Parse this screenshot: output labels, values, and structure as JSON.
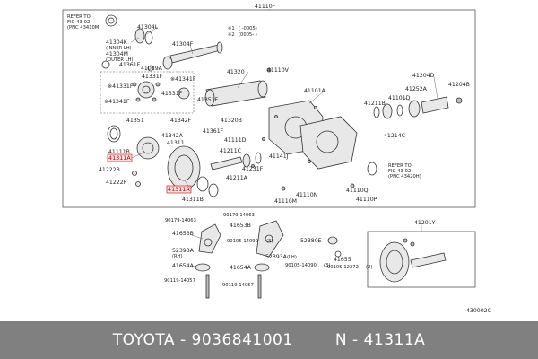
{
  "diagram": {
    "assembly_no": "41110F",
    "figure_code": "430002C",
    "refer_top": [
      "REFER TO",
      "FIG 43-02",
      "(PNC 43410M)"
    ],
    "refer_right": [
      "REFER TO",
      "FIG 43-02",
      "(PNC 43420H)"
    ],
    "notes": [
      {
        "mark": "※1",
        "text": "( -0005)"
      },
      {
        "mark": "※2",
        "text": "(0005- )"
      }
    ],
    "highlight_color": "#c40000",
    "labels": {
      "p41304L": "41304L",
      "p41304K": "41304K",
      "innerLeft": "(INNER LH)",
      "p41304M": "41304M",
      "outerLeft": "(OUTER LH)",
      "p41361F": "41361F",
      "p41039A": "41039A",
      "p41304F": "41304F",
      "p41331F_a": "41331F",
      "p41341F_a": "※41341F",
      "p41331F_b": "※41331F",
      "p41331F_c": "41331F",
      "p41341F_b": "※41341F",
      "p41320": "41320",
      "p41110V": "41110V",
      "p41351F": "41351F",
      "p41320B": "41320B",
      "p41351": "41351",
      "p41342F": "41342F",
      "p41342A": "41342A",
      "p41361F_b": "41361F",
      "p41311": "41311",
      "p41111B": "41111B",
      "p41311A_a": "41311A",
      "p41222B": "41222B",
      "p41222F": "41222F",
      "p41311A_b": "41311A",
      "p41311B": "41311B",
      "p41211C": "41211C",
      "p41111D": "41111D",
      "p41211A": "41211A",
      "p41231F": "41231F",
      "p41141J": "41141J",
      "p41101A": "41101A",
      "p41211B": "41211B",
      "p41101D": "41101D",
      "p41252A": "41252A",
      "p41204D": "41204D",
      "p41204B": "41204B",
      "p41214C": "41214C",
      "p41110N": "41110N",
      "p41110M": "41110M",
      "p41110Q": "41110Q",
      "p41110P": "41110P",
      "b90179": "90179-14063",
      "b41653B_a": "41653B",
      "b41653B_b": "41653B",
      "b52393A_a": "52393A",
      "bRH": "(RH)",
      "b41654A_a": "41654A",
      "b41654A_b": "41654A",
      "b90119_a": "90119-14057",
      "b90119_b": "90119-14057",
      "b90179_b": "90179-14063",
      "b90105_a": "90105-14090",
      "bNote3": "(3)",
      "b52393A_b": "52393A",
      "bLH": "(LH)",
      "b90105_b": "90105-14090",
      "bNote3b": "(3)",
      "b52380E": "52380E",
      "b41655": "41655",
      "b90105_c": "90105-12272",
      "bNote2": "(2)",
      "p41201Y": "41201Y"
    }
  },
  "footer": {
    "brand": "TOYOTA",
    "oem_number": "9036841001",
    "separator": "-",
    "type_code": "N",
    "part_code": "41311A",
    "bar_color": "#808080"
  }
}
